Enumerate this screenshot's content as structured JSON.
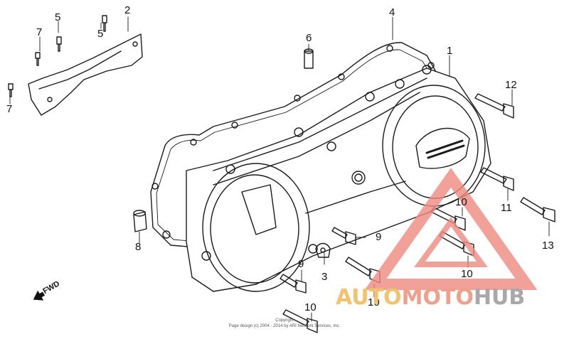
{
  "callouts": {
    "c1": "1",
    "c2": "2",
    "c3": "3",
    "c4": "4",
    "c5a": "5",
    "c5b": "5",
    "c6": "6",
    "c7a": "7",
    "c7b": "7",
    "c8": "8",
    "c9a": "9",
    "c9b": "9",
    "c10a": "10",
    "c10b": "10",
    "c10c": "10",
    "c10d": "10",
    "c11": "11",
    "c12": "12",
    "c13": "13"
  },
  "fwd_label": "FWD",
  "copyright": {
    "line1": "Copyright",
    "line2": "Page design (c) 2004 - 2014 by ARI Network Services, Inc."
  },
  "watermark": {
    "part1": "AUTO",
    "part2": "MOTO",
    "part3": "HUB",
    "colors": {
      "auto": "#f2c36b",
      "moto": "#f0a08a",
      "hub": "#a8a8a8",
      "triangle": "#f08a80"
    }
  }
}
